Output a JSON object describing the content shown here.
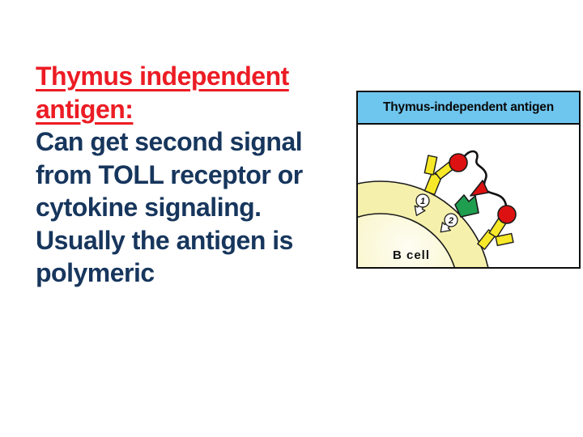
{
  "slide": {
    "background_color": "#FFFFFF",
    "heading": {
      "lines": [
        "Thymus independent",
        "antigen:"
      ],
      "color": "#EC1C24"
    },
    "body": {
      "lines": [
        "Can get second signal",
        "from TOLL receptor or",
        "cytokine signaling.",
        "Usually the antigen is",
        "polymeric"
      ],
      "color": "#17365D"
    }
  },
  "diagram": {
    "title": "Thymus-independent antigen",
    "cell_label": "B cell",
    "steps": [
      "1",
      "2"
    ],
    "colors": {
      "header_bg": "#6EC6EF",
      "border": "#0D0D0D",
      "membrane_yellow": "#F5F0AC",
      "cell_center_light": "#FEFDF0",
      "antigen_red": "#DD1111",
      "receptor_yellow": "#F7E829",
      "receptor_green": "#1F9E50",
      "polymer_black": "#111111",
      "arrow_white": "#FFFFFF"
    }
  }
}
